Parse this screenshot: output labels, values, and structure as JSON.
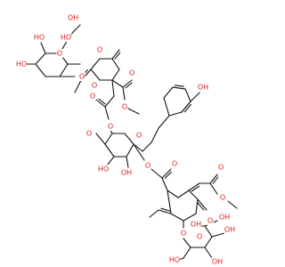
{
  "molecule": {
    "colors": {
      "bond": "#111111",
      "heteroatom_O": "#e41a1c",
      "background": "#ffffff"
    },
    "atom_labels": {
      "O": "O",
      "OH": "OH",
      "HO": "HO"
    }
  }
}
